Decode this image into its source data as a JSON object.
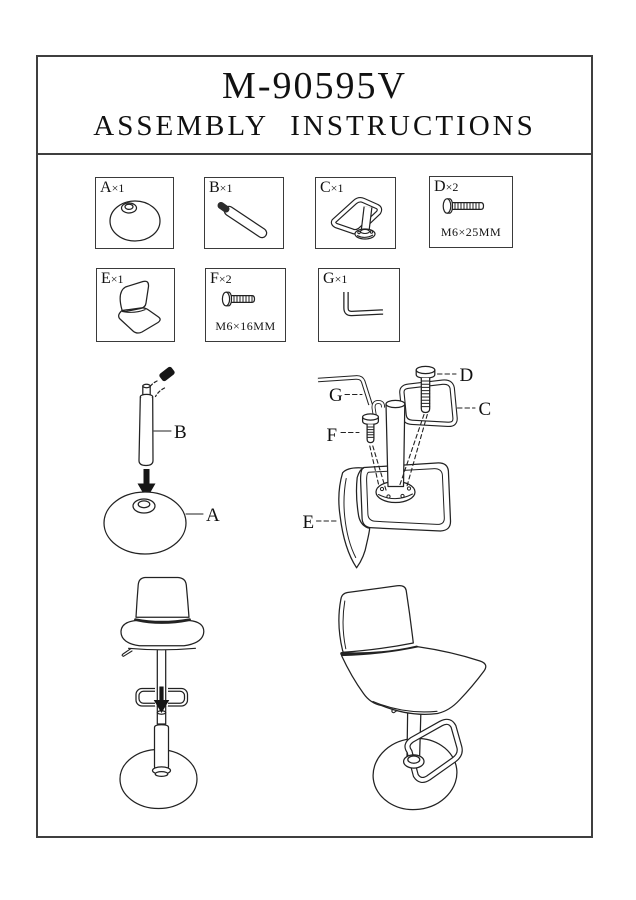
{
  "page": {
    "title": "M-90595V",
    "subtitle": "ASSEMBLY INSTRUCTIONS"
  },
  "parts": [
    {
      "letter": "A",
      "qty": "×1",
      "icon": "round-base-icon"
    },
    {
      "letter": "B",
      "qty": "×1",
      "icon": "gas-lift-cylinder-icon"
    },
    {
      "letter": "C",
      "qty": "×1",
      "icon": "footrest-post-icon"
    },
    {
      "letter": "D",
      "qty": "×2",
      "icon": "bolt-icon",
      "spec": "M6×25MM"
    },
    {
      "letter": "E",
      "qty": "×1",
      "icon": "seat-icon"
    },
    {
      "letter": "F",
      "qty": "×2",
      "icon": "bolt-icon",
      "spec": "M6×16MM"
    },
    {
      "letter": "G",
      "qty": "×1",
      "icon": "allen-key-icon"
    }
  ],
  "callouts": {
    "a": "A",
    "b": "B",
    "c": "C",
    "d": "D",
    "e": "E",
    "f": "F",
    "g": "G"
  }
}
